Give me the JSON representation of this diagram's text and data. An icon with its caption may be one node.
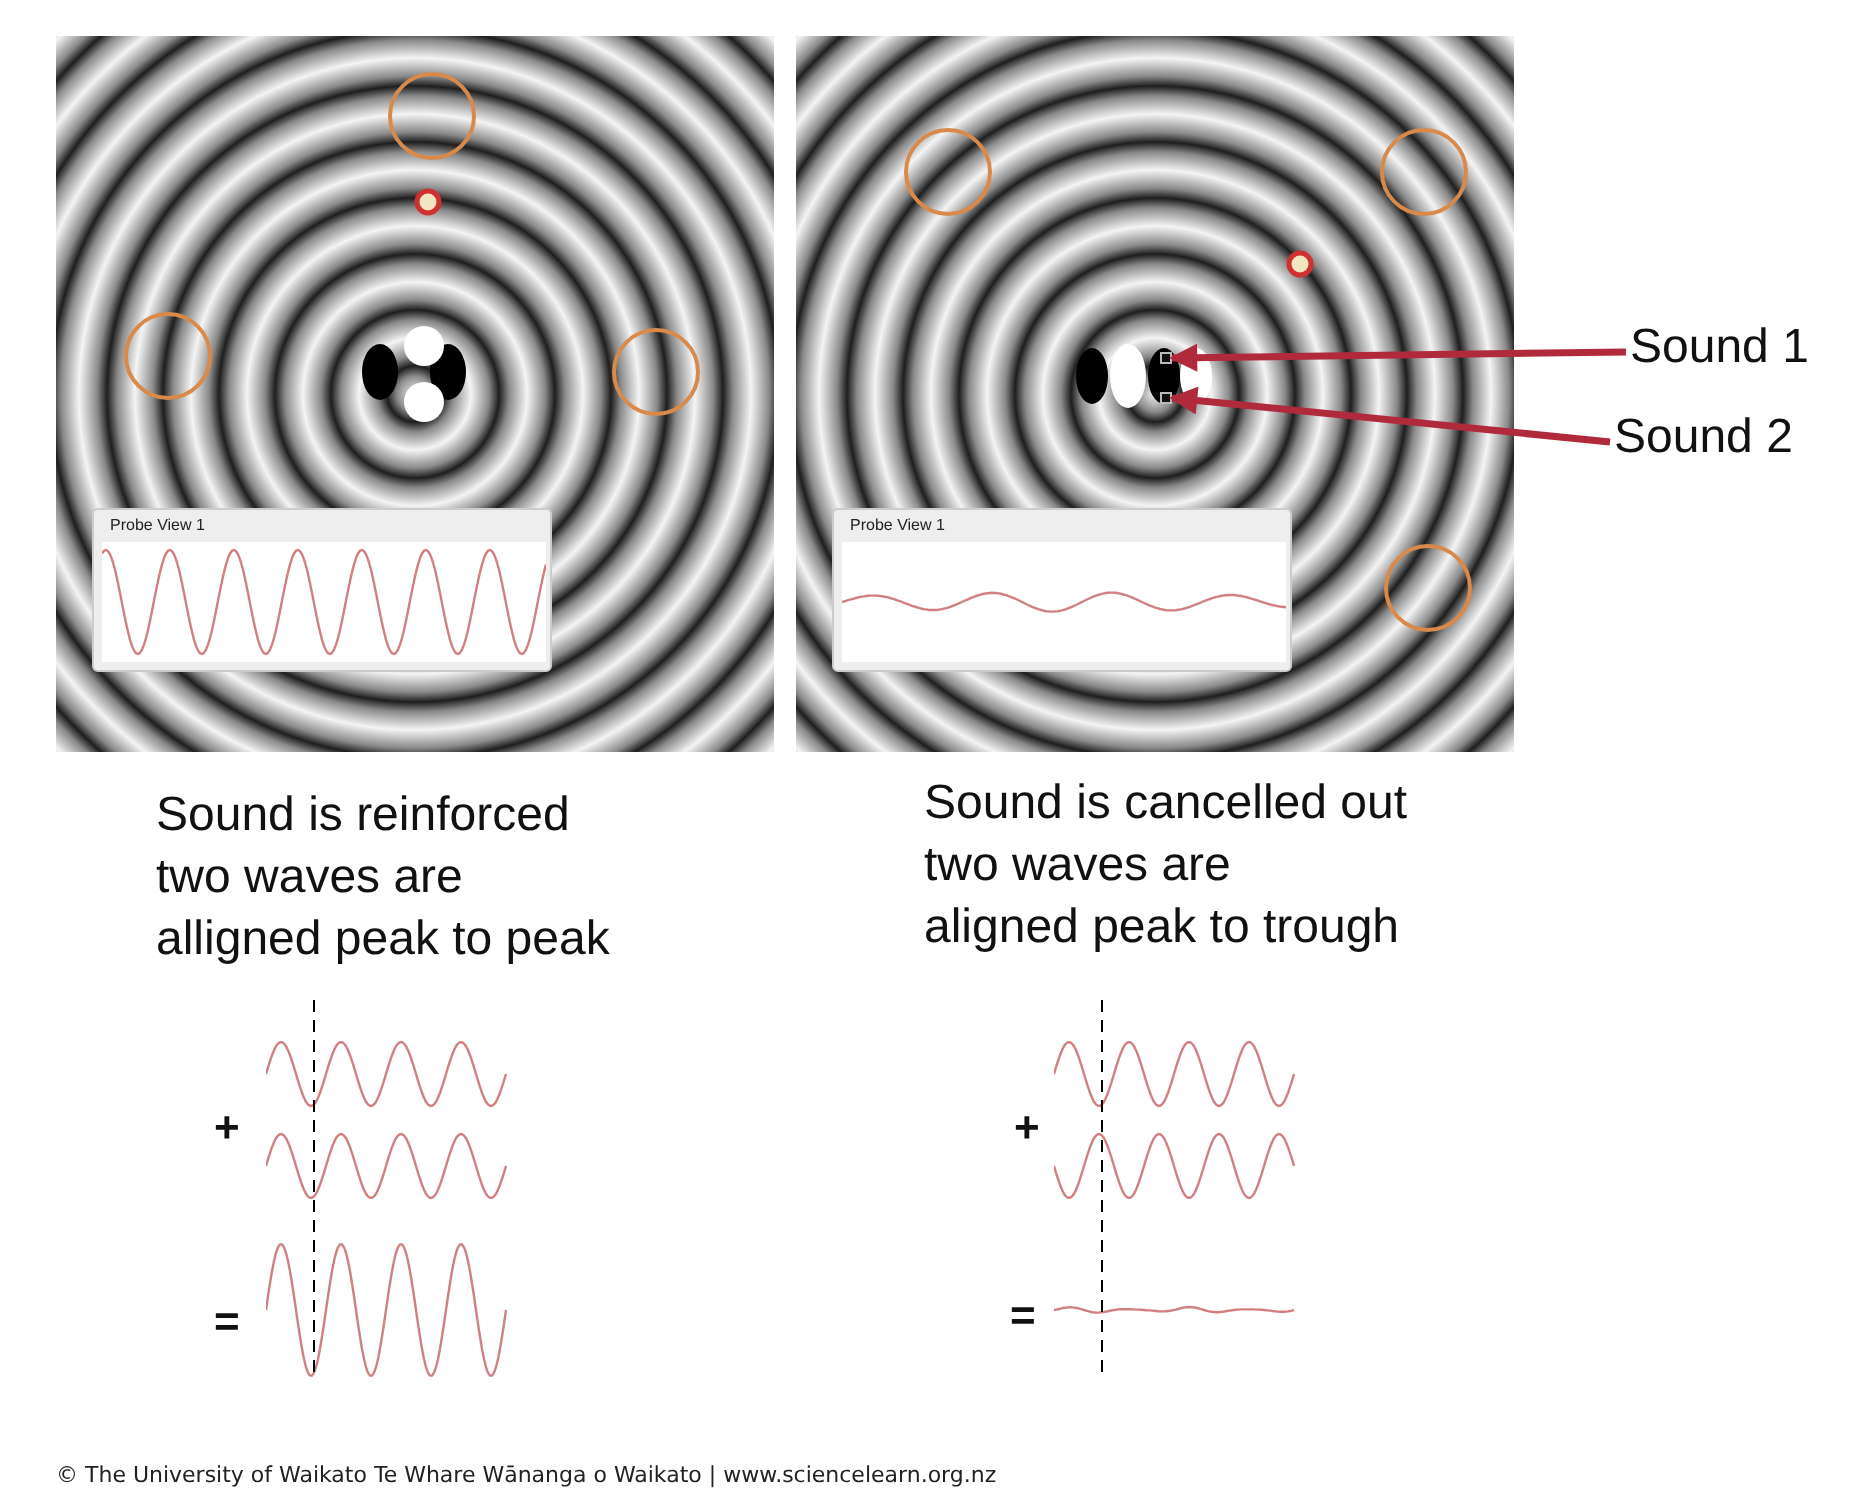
{
  "diagram": {
    "caption": "© The University of Waikato Te Whare Wānanga o Waikato | www.sciencelearn.org.nz",
    "nodes": [
      {
        "text": [],
        "shape": "picture"
      },
      {
        "text": [
          "Probe View 1"
        ],
        "in": 0
      },
      {
        "text": [],
        "shape": "picture"
      },
      {
        "text": [
          "Probe View 1"
        ],
        "in": 2
      },
      {
        "text": [],
        "shape": "box",
        "in": 2
      },
      {
        "text": [],
        "shape": "box",
        "in": 2
      },
      {
        "text": [
          "Sound 1"
        ]
      },
      {
        "text": [
          "Sound 2"
        ]
      }
    ],
    "edges": [
      {
        "from": 6,
        "to": 4,
        "arrow": "to"
      },
      {
        "from": 7,
        "to": 5,
        "arrow": "to"
      }
    ],
    "labels": [
      "Sound is reinforced two waves are alligned peak to peak",
      "Sound is cancelled out two waves are aligned peak to trough",
      "+",
      "=",
      "+",
      "="
    ]
  }
}
